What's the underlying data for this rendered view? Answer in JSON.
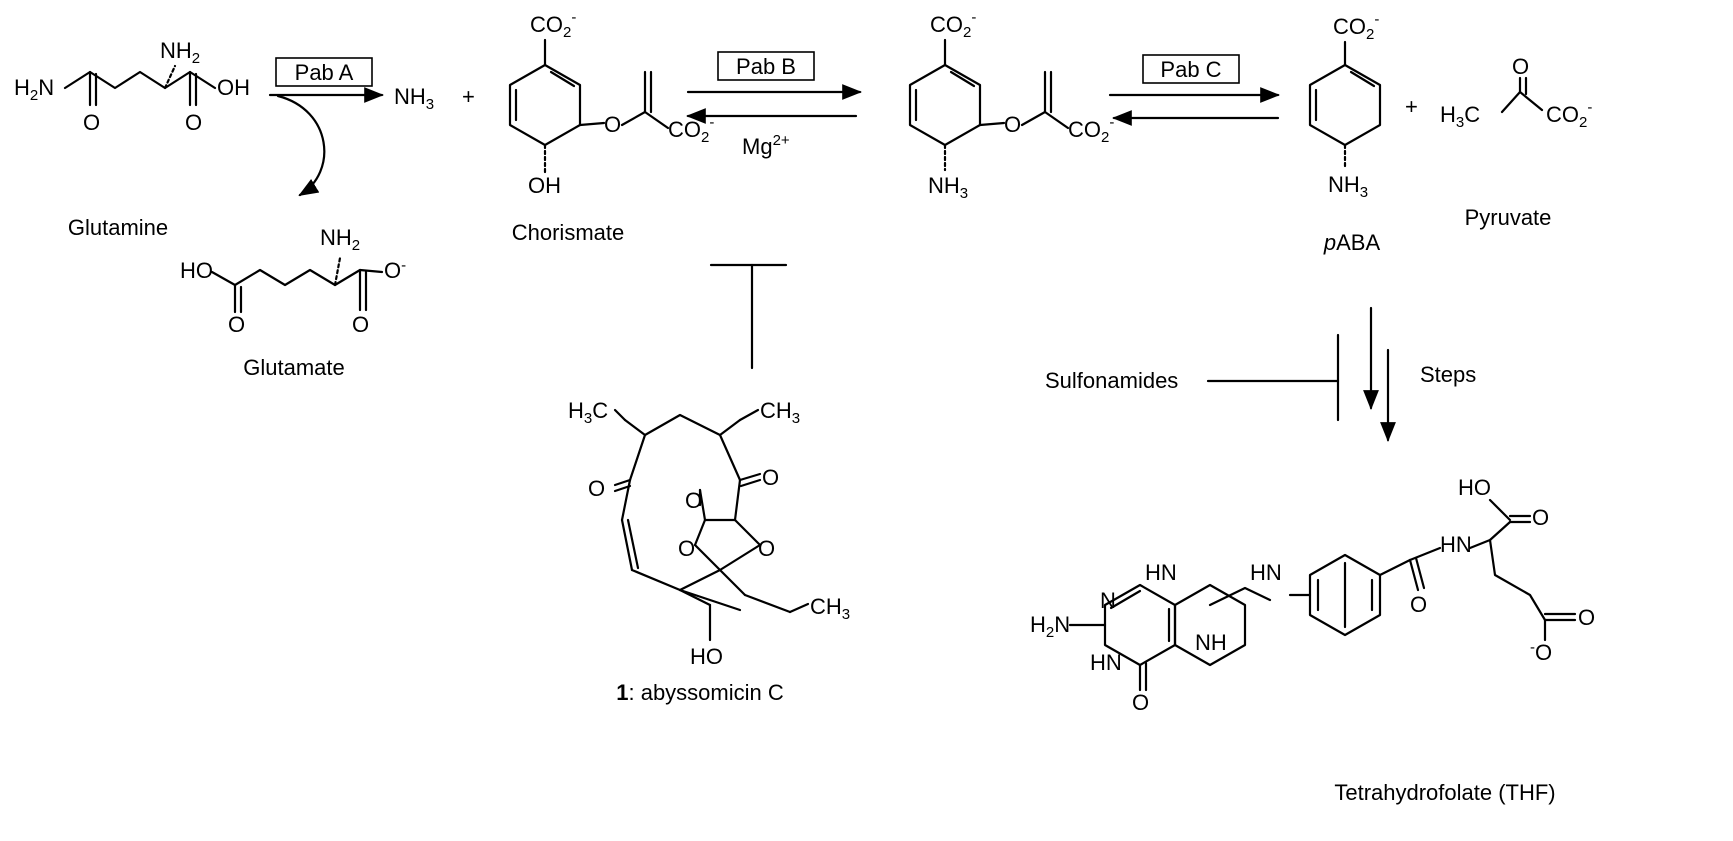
{
  "enzymes": {
    "pab_a": "Pab A",
    "pab_b": "Pab B",
    "pab_c": "Pab C"
  },
  "cofactor": {
    "base": "Mg",
    "charge": "2+"
  },
  "compounds": {
    "glutamine": "Glutamine",
    "glutamate": "Glutamate",
    "chorismate": "Chorismate",
    "paba_italic": "p",
    "paba_rest": "ABA",
    "pyruvate": "Pyruvate",
    "thf": "Tetrahydrofolate (THF)",
    "abyssomicin_num": "1",
    "abyssomicin_rest": ": abyssomicin C"
  },
  "inhibitors": {
    "sulfonamides": "Sulfonamides"
  },
  "steps_label": "Steps",
  "plus": "+",
  "atoms": {
    "nh": "NH",
    "nh2_sub": "2",
    "nh3": "NH",
    "nh3_sub": "3",
    "h2n": "H",
    "h2n_rest": "N",
    "oh": "OH",
    "ho": "HO",
    "o": "O",
    "co": "CO",
    "co2_sub": "2",
    "minus": "-",
    "h3c": "H",
    "h3c_sub": "3",
    "c": "C",
    "ch3": "CH",
    "hn": "HN",
    "n": "N"
  }
}
